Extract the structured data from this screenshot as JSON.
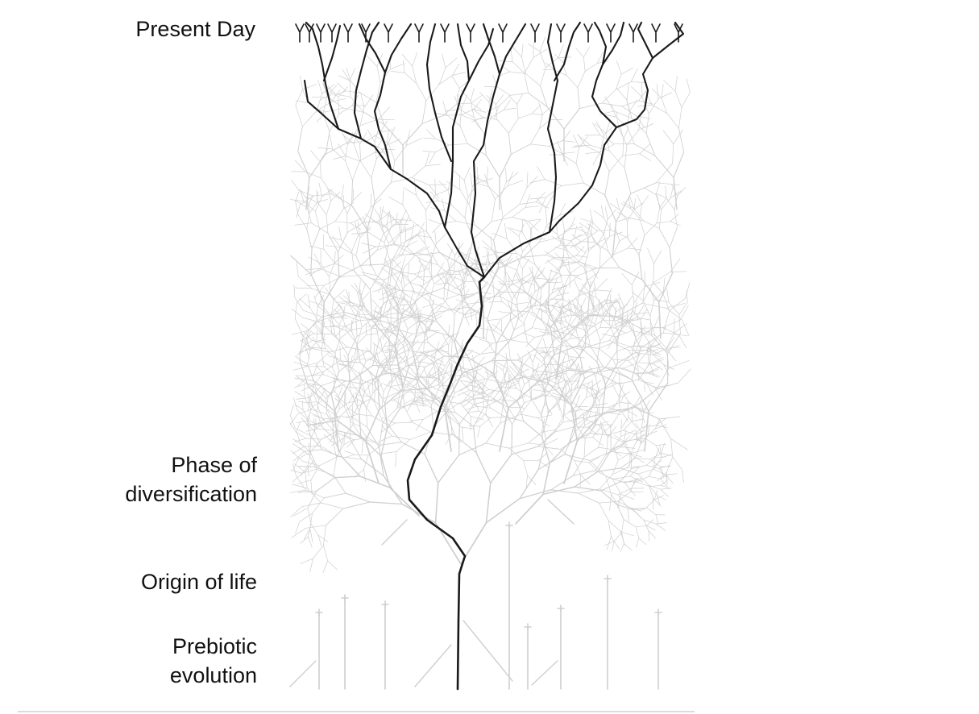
{
  "stages": {
    "present_day": "Present Day",
    "diversification_line1": "Phase of",
    "diversification_line2": "diversification",
    "origin_of_life": "Origin of life",
    "prebiotic_line1": "Prebiotic",
    "prebiotic_line2": "evolution"
  },
  "colors": {
    "lineage": "#1a1a1a",
    "faded_branches": "#cfcfcf",
    "label_text": "#111111",
    "background": "#ffffff"
  }
}
